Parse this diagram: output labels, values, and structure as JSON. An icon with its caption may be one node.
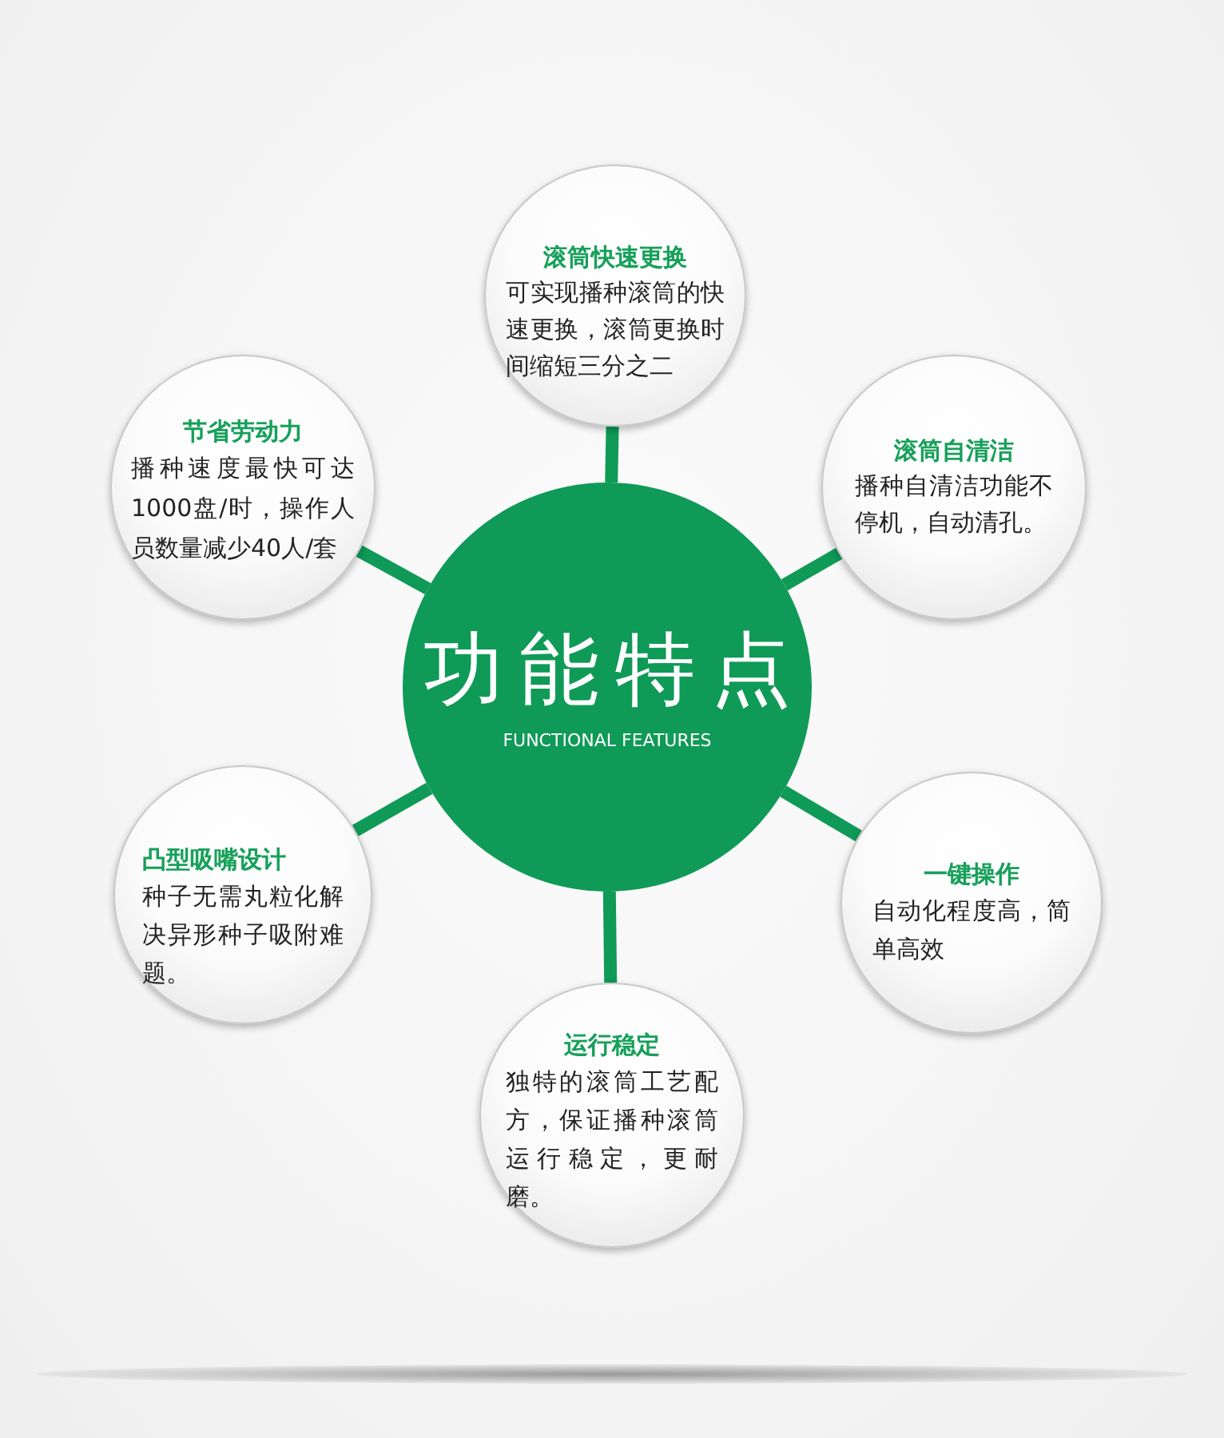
{
  "diagram": {
    "nodes": [
      {
        "text": [
          "滚筒快速更换",
          "可实现播种滚筒的快速更换，滚筒更换时间缩短三分之二"
        ]
      },
      {
        "text": [
          "节省劳动力",
          "播种速度最快可达1000盘/时，操作人员数量减少40人/套"
        ]
      },
      {
        "text": [
          "滚筒自清洁",
          "播种自清洁功能不停机，自动清孔。"
        ]
      },
      {
        "text": [
          "功能特点",
          "FUNCTIONAL FEATURES"
        ]
      },
      {
        "text": [
          "凸型吸嘴设计",
          "种子无需丸粒化解决异形种子吸附难题。"
        ]
      },
      {
        "text": [
          "一键操作",
          "自动化程度高，简单高效"
        ]
      },
      {
        "text": [
          "运行稳定",
          "独特的滚筒工艺配方，保证播种滚筒运行稳定，更耐磨。"
        ]
      }
    ],
    "edges": [
      {
        "from": 3,
        "to": 0,
        "arrow": "none"
      },
      {
        "from": 3,
        "to": 1,
        "arrow": "none"
      },
      {
        "from": 3,
        "to": 2,
        "arrow": "none"
      },
      {
        "from": 3,
        "to": 4,
        "arrow": "none"
      },
      {
        "from": 3,
        "to": 5,
        "arrow": "none"
      },
      {
        "from": 3,
        "to": 6,
        "arrow": "none"
      }
    ]
  }
}
